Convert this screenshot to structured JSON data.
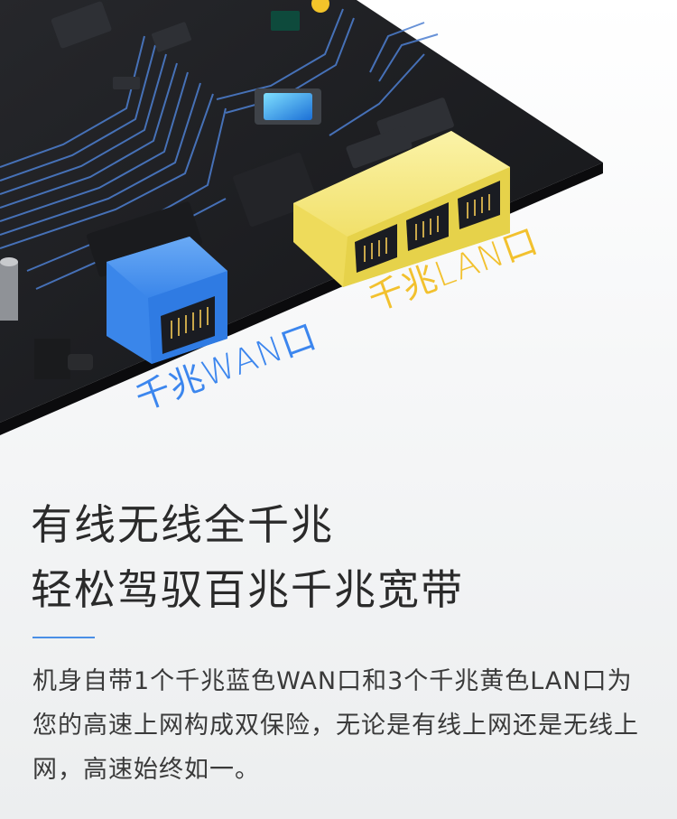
{
  "hero": {
    "wan_label": "千兆WAN口",
    "lan_label": "千兆LAN口"
  },
  "headline": {
    "line1": "有线无线全千兆",
    "line2": "轻松驾驭百兆千兆宽带"
  },
  "description": "机身自带1个千兆蓝色WAN口和3个千兆黄色LAN口为您的高速上网构成双保险，无论是有线上网还是无线上网，高速始终如一。",
  "colors": {
    "wan_port": "#3a86ea",
    "lan_port": "#f3e36a",
    "board": "#1c1d20",
    "accent_line": "#4a8fe6"
  }
}
